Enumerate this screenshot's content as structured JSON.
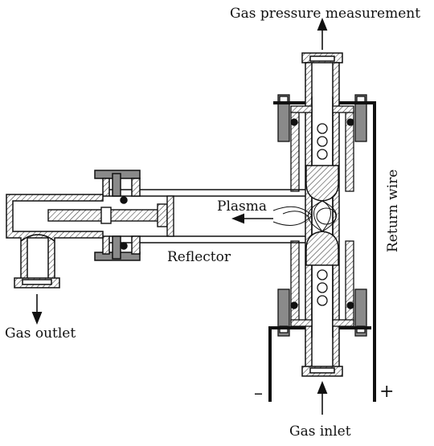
{
  "labels": {
    "gas_pressure": "Gas pressure measurement",
    "plasma": "Plasma",
    "reflector": "Reflector",
    "gas_outlet": "Gas outlet",
    "gas_inlet": "Gas inlet",
    "return_wire": "Return wire",
    "minus": "–",
    "plus": "+"
  },
  "colors": {
    "line": "#111111",
    "hatch": "#333333",
    "flange_fill": "#8a8a8a",
    "background": "#ffffff"
  }
}
